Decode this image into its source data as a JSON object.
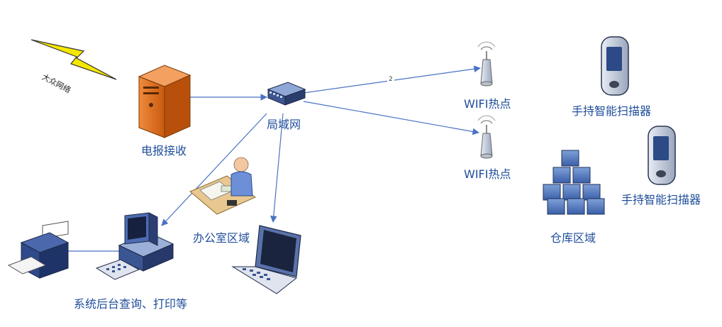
{
  "diagram": {
    "nodes": {
      "public_network": "大众网络",
      "server": "电报接收",
      "lan": "局域网",
      "wifi_1": "WIFI热点",
      "wifi_2": "WIFI热点",
      "scanner_1": "手持智能扫描器",
      "scanner_2": "手持智能扫描器",
      "warehouse": "仓库区域",
      "office": "办公室区域",
      "backend": "系统后台查询、打印等"
    },
    "edge_labels": {
      "lan_to_wifi_1": "2"
    },
    "colors": {
      "line": "#4a72c4",
      "label": "#1f4e9a",
      "server_orange": "#e06a1a",
      "bolt_yellow": "#f5e800"
    }
  }
}
